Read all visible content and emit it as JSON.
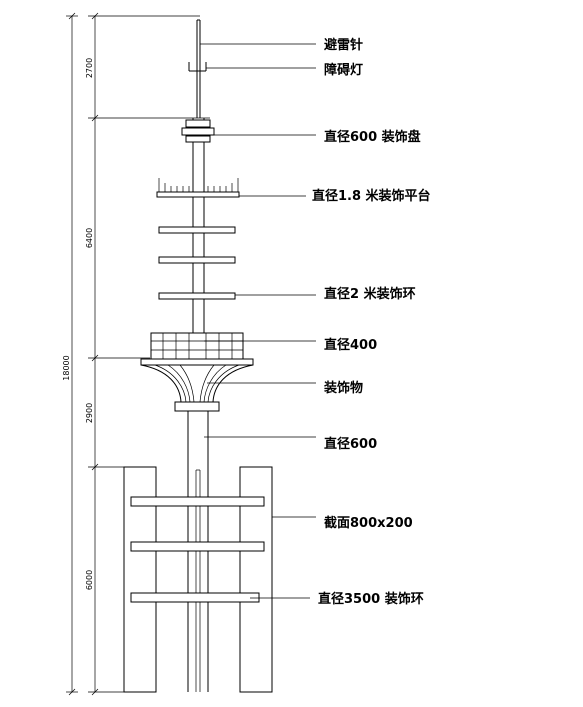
{
  "labels": {
    "lightning_rod": "避雷针",
    "obstruction_light": "障碍灯",
    "deco_disk_600": "直径600 装饰盘",
    "deco_platform_1_8": "直径1.8 米装饰平台",
    "deco_ring_2": "直径2 米装饰环",
    "dia_400": "直径400",
    "ornament": "装饰物",
    "dia_600": "直径600",
    "section_800x200": "截面800x200",
    "deco_ring_3500": "直径3500 装饰环"
  },
  "dimensions": {
    "total": "18000",
    "seg_top": "2700",
    "seg_upper": "6400",
    "seg_middle": "2900",
    "seg_bottom": "6000"
  }
}
